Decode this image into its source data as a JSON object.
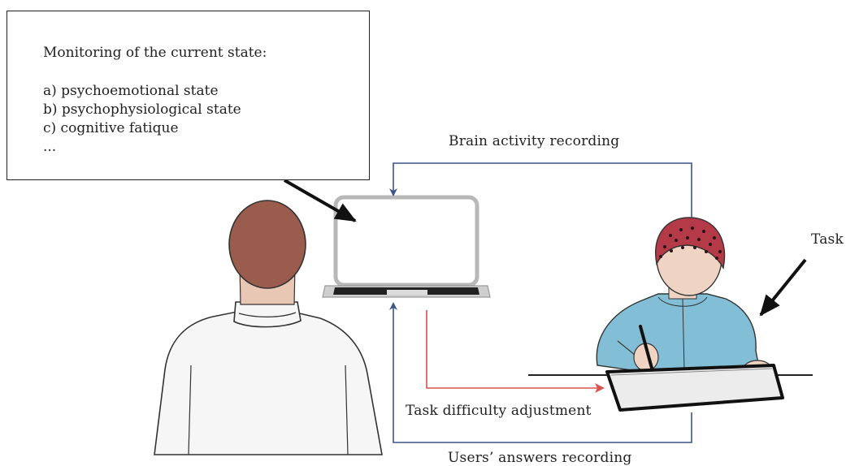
{
  "callout": {
    "title": "Monitoring of the current state:",
    "items": [
      "a) psychoemotional state",
      "b) psychophysiological state",
      "c) cognitive fatique",
      "..."
    ]
  },
  "labels": {
    "brain_activity": "Brain activity recording",
    "task": "Task",
    "difficulty": "Task difficulty adjustment",
    "answers": "Users’ answers recording"
  },
  "colors": {
    "feedback_arrows": "#3c5487",
    "adjustment_arrow": "#d9534f",
    "pointer_arrows": "#111111",
    "operator_hair": "#9a5c4c",
    "operator_shirt": "#f6f6f6",
    "eeg_cap": "#b43a47",
    "participant_shirt": "#82bfd6",
    "skin": "#f0d4c3",
    "laptop_body": "#c8c8c8",
    "laptop_keyboard": "#222222"
  }
}
